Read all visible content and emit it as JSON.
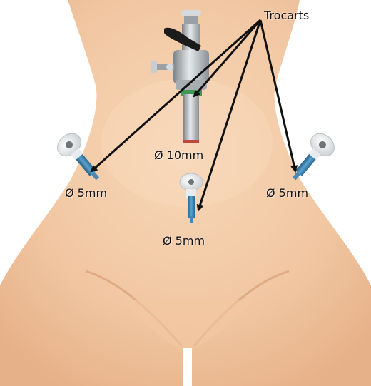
{
  "callout": "Trocarts",
  "trocar_labels": {
    "center_top": "Ø 10mm",
    "left": "Ø 5mm",
    "right": "Ø 5mm",
    "center_bottom": "Ø 5mm"
  },
  "colors": {
    "skin_light": "#f6d1b0",
    "skin_mid": "#efc09a",
    "skin_shadow": "#d9a27a",
    "trocar_blue": "#3e86b5",
    "trocar_white": "#f2f2f2",
    "metal": "#b9bec2",
    "arrow": "#111111"
  }
}
